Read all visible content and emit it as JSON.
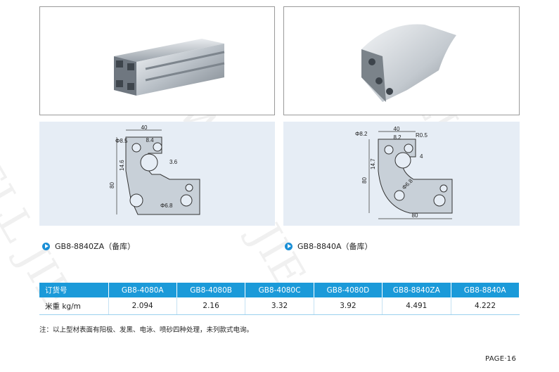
{
  "watermark": "WELL JIE",
  "products": {
    "left": {
      "caption": "GB8-8840ZA（备库）",
      "dims": {
        "width": "40",
        "top_width": "8.4",
        "hole": "Φ8.5",
        "height_small": "14.6",
        "slot": "3.6",
        "height": "80",
        "hole2": "Φ6.8"
      }
    },
    "right": {
      "caption": "GB8-8840A（备库）",
      "dims": {
        "width_top": "40",
        "top_inner": "8.2",
        "hole": "Φ8.2",
        "radius": "R0.5",
        "slot": "4",
        "height_small": "14.7",
        "height": "80",
        "hole2": "Φ6.8",
        "width_bottom": "80"
      }
    }
  },
  "table": {
    "header_label": "订货号",
    "columns": [
      "GB8-4080A",
      "GB8-4080B",
      "GB8-4080C",
      "GB8-4080D",
      "GB8-8840ZA",
      "GB8-8840A"
    ],
    "row_label": "米重 kg/m",
    "values": [
      "2.094",
      "2.16",
      "3.32",
      "3.92",
      "4.491",
      "4.222"
    ]
  },
  "note": "注：以上型材表面有阳极、发黑、电泳、喷砂四种处理，未列款式电询。",
  "page_label": "PAGE·16"
}
